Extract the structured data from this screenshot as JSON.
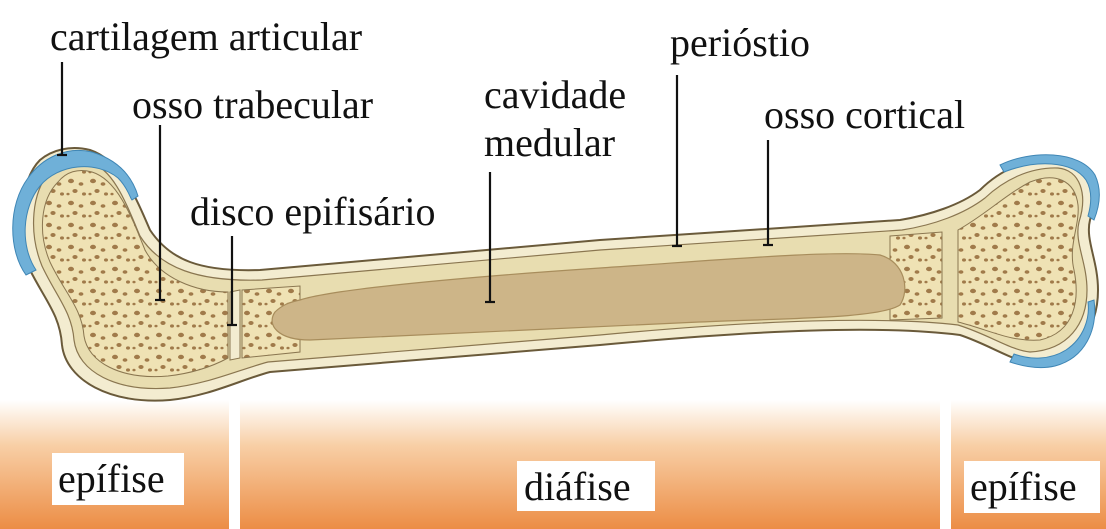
{
  "labels": {
    "cartilagem_articular": "cartilagem articular",
    "osso_trabecular": "osso trabecular",
    "cavidade_line1": "cavidade",
    "cavidade_line2": "medular",
    "periostio": "perióstio",
    "osso_cortical": "osso cortical",
    "disco_epifisario": "disco epifisário"
  },
  "regions": {
    "left": "epífise",
    "middle": "diáfise",
    "right": "epífise"
  },
  "colors": {
    "bone_outer": "#e8ddb0",
    "periosteum": "#f3ecd0",
    "trabecular_fill": "#efe2b4",
    "trabecular_spots": "#a07a4a",
    "medullary": "#cdb588",
    "cartilage": "#6fb0d8",
    "band_orange": "#ee9a55",
    "outline": "#6a5a3a"
  },
  "icons": [
    "bone-illustration"
  ]
}
